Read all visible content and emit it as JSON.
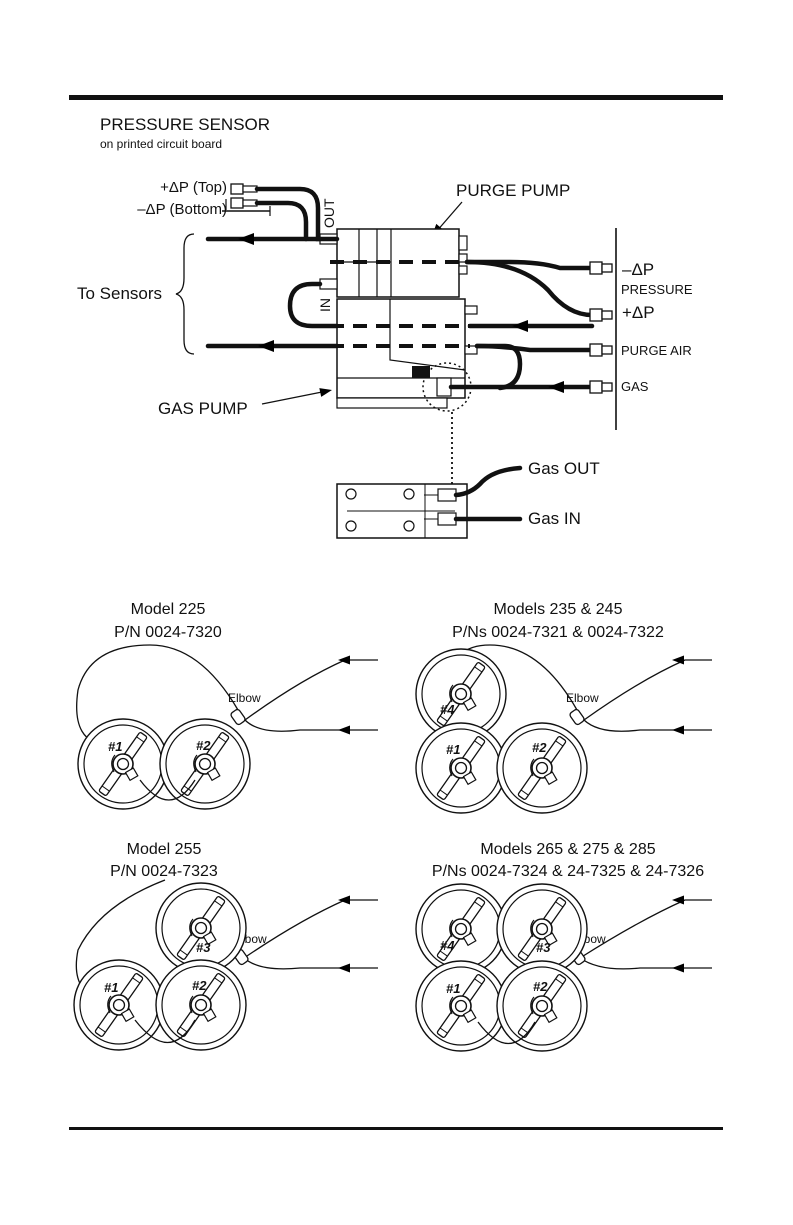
{
  "pump_diagram": {
    "pressure_sensor_title": "PRESSURE SENSOR",
    "pressure_sensor_sub": "on printed circuit board",
    "dp_top": "+ΔP (Top)",
    "dp_bottom": "–ΔP (Bottom)",
    "out_label": "OUT",
    "in_label": "IN",
    "purge_pump": "PURGE PUMP",
    "to_sensors": "To Sensors",
    "gas_pump": "GAS PUMP",
    "port_minus_dp": "–ΔP",
    "port_pressure": "PRESSURE",
    "port_plus_dp": "+ΔP",
    "port_purge_air": "PURGE AIR",
    "port_gas": "GAS",
    "gas_out": "Gas OUT",
    "gas_in": "Gas IN"
  },
  "models": [
    {
      "title": "Model 225",
      "pn": "P/N 0024-7320",
      "elbow": "Elbow",
      "sensors": [
        "#1",
        "#2"
      ]
    },
    {
      "title": "Models 235 & 245",
      "pn": "P/Ns 0024-7321 & 0024-7322",
      "elbow": "Elbow",
      "sensors": [
        "#4",
        "#1",
        "#2"
      ]
    },
    {
      "title": "Model 255",
      "pn": "P/N 0024-7323",
      "elbow": "Elbow",
      "sensors": [
        "#3",
        "#1",
        "#2"
      ]
    },
    {
      "title": "Models 265 & 275 & 285",
      "pn": "P/Ns 0024-7324 & 24-7325 & 24-7326",
      "elbow": "Elbow",
      "sensors": [
        "#4",
        "#3",
        "#1",
        "#2"
      ]
    }
  ]
}
